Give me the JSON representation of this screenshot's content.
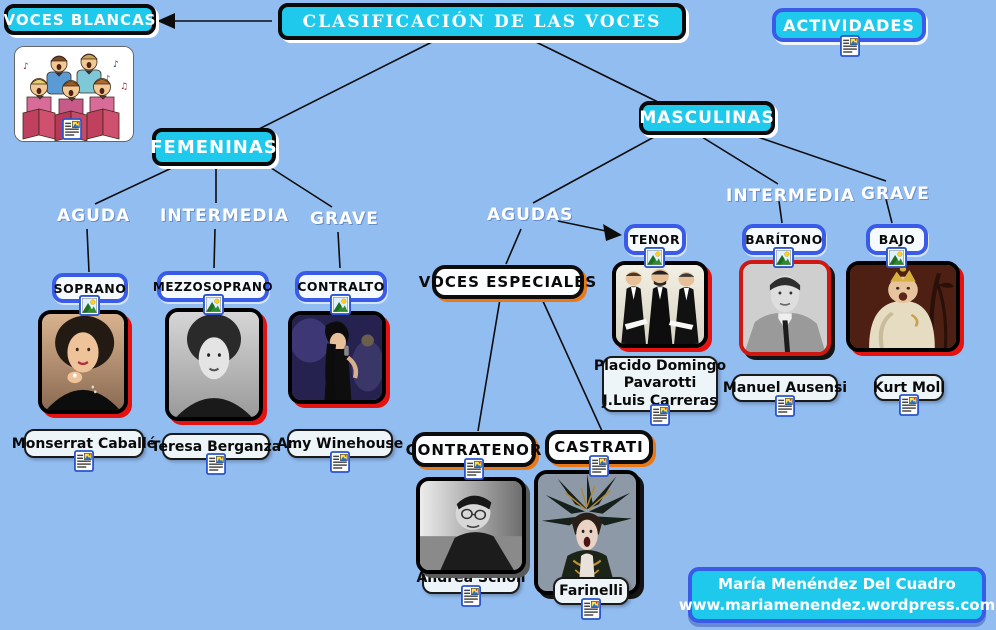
{
  "nodes": {
    "voces_blancas": "VOCES BLANCAS",
    "title": "CLASIFICACIÓN DE LAS  VOCES",
    "actividades": "ACTIVIDADES",
    "femeninas": "FEMENINAS",
    "masculinas": "MASCULINAS",
    "fem_aguda": "AGUDA",
    "fem_intermedia": "INTERMEDIA",
    "fem_grave": "GRAVE",
    "masc_agudas": "AGUDAS",
    "masc_intermedia": "INTERMEDIA",
    "masc_grave": "GRAVE",
    "soprano": "SOPRANO",
    "mezzosoprano": "MEZZOSOPRANO",
    "contralto": "CONTRALTO",
    "tenor": "TENOR",
    "baritono": "BARÍTONO",
    "bajo": "BAJO",
    "voces_especiales": "VOCES ESPECIALES",
    "contratenor": "CONTRATENOR",
    "castrati": "CASTRATI"
  },
  "singers": {
    "soprano": "Monserrat Caballé",
    "mezzosoprano": "Teresa Berganza",
    "contralto": "Amy Winehouse",
    "tenor_line1": "Placido Domingo",
    "tenor_line2": "Pavarotti",
    "tenor_line3": "J.Luis Carreras",
    "baritono": "Manuel Ausensi",
    "bajo": "Kurt Moll",
    "contratenor": "Andrea Scholl",
    "castrati": "Farinelli"
  },
  "footer": {
    "credit_line1": "María Menéndez Del Cuadro",
    "credit_line2": "www.mariamenendez.wordpress.com"
  },
  "icons": {
    "picture": "picture-icon",
    "document": "document-icon"
  },
  "colors": {
    "background": "#92BDF1",
    "node_cyan": "#1FC9EC",
    "border_blue": "#3A5AE8",
    "border_black": "#0A0A0A",
    "shadow_orange": "#E87818",
    "shadow_red": "#E41210",
    "text_white": "#FFFFFF"
  }
}
